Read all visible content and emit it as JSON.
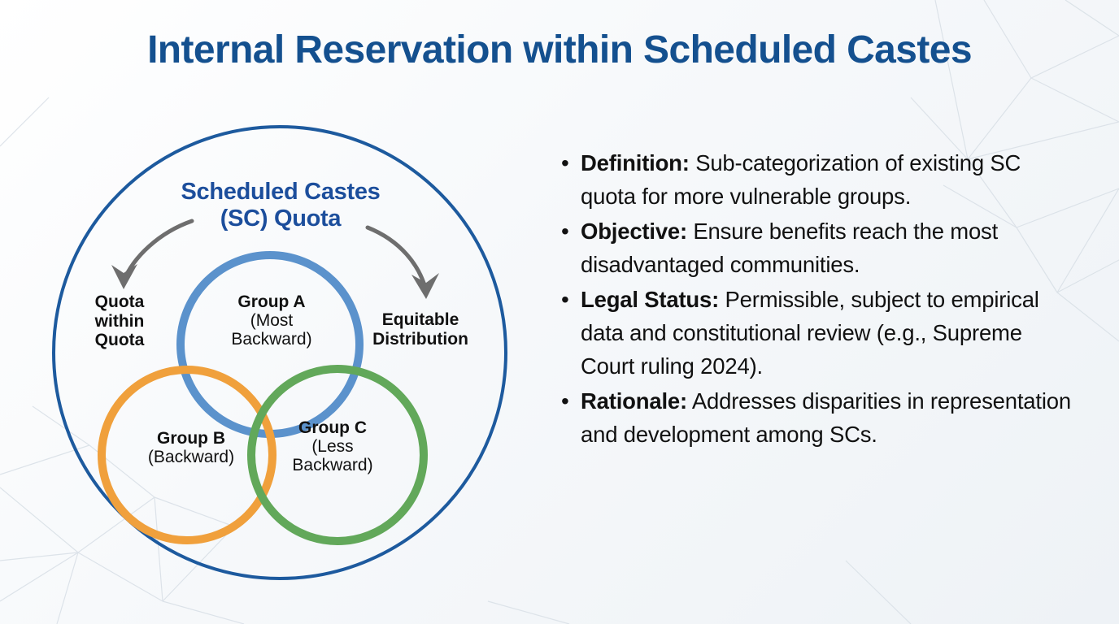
{
  "title": "Internal Reservation within Scheduled Castes",
  "colors": {
    "title_blue": "#14508F",
    "outer_circle_blue": "#1D5A9E",
    "heading_blue": "#1C4E9C",
    "group_a_blue": "#5B92CC",
    "group_b_orange": "#F0A03C",
    "group_c_green": "#62A85A",
    "arrow_grey": "#6E6E6E",
    "text_black": "#111111",
    "background": "#F3F6F9"
  },
  "diagram": {
    "outer_label": "Scheduled Castes\n(SC) Quota",
    "outer_label_line1": "Scheduled Castes",
    "outer_label_line2": "(SC) Quota",
    "left_callout": "Quota within Quota",
    "left_callout_lines": [
      "Quota",
      "within",
      "Quota"
    ],
    "right_callout": "Equitable Distribution",
    "right_callout_lines": [
      "Equitable",
      "Distribution"
    ],
    "groups": [
      {
        "id": "group-a",
        "title": "Group A",
        "subtitle": "(Most Backward)",
        "subtitle_line1": "(Most",
        "subtitle_line2": "Backward)",
        "color": "#5B92CC"
      },
      {
        "id": "group-b",
        "title": "Group B",
        "subtitle": "(Backward)",
        "color": "#F0A03C"
      },
      {
        "id": "group-c",
        "title": "Group C",
        "subtitle": "(Less Backward)",
        "subtitle_line1": "(Less",
        "subtitle_line2": "Backward)",
        "color": "#62A85A"
      }
    ]
  },
  "bullets": [
    {
      "marker": "•",
      "lead": "Definition:",
      "body": " Sub-categorization of existing SC quota for more vulnerable groups."
    },
    {
      "marker": "•",
      "lead": "Objective:",
      "body": " Ensure benefits reach the most disadvantaged communities."
    },
    {
      "marker": "•",
      "lead": "Legal Status:",
      "body": " Permissible, subject to empirical data and constitutional review (e.g., Supreme Court ruling 2024)."
    },
    {
      "marker": "•",
      "lead": "Rationale:",
      "body": " Addresses disparities in representation and development among SCs."
    }
  ]
}
